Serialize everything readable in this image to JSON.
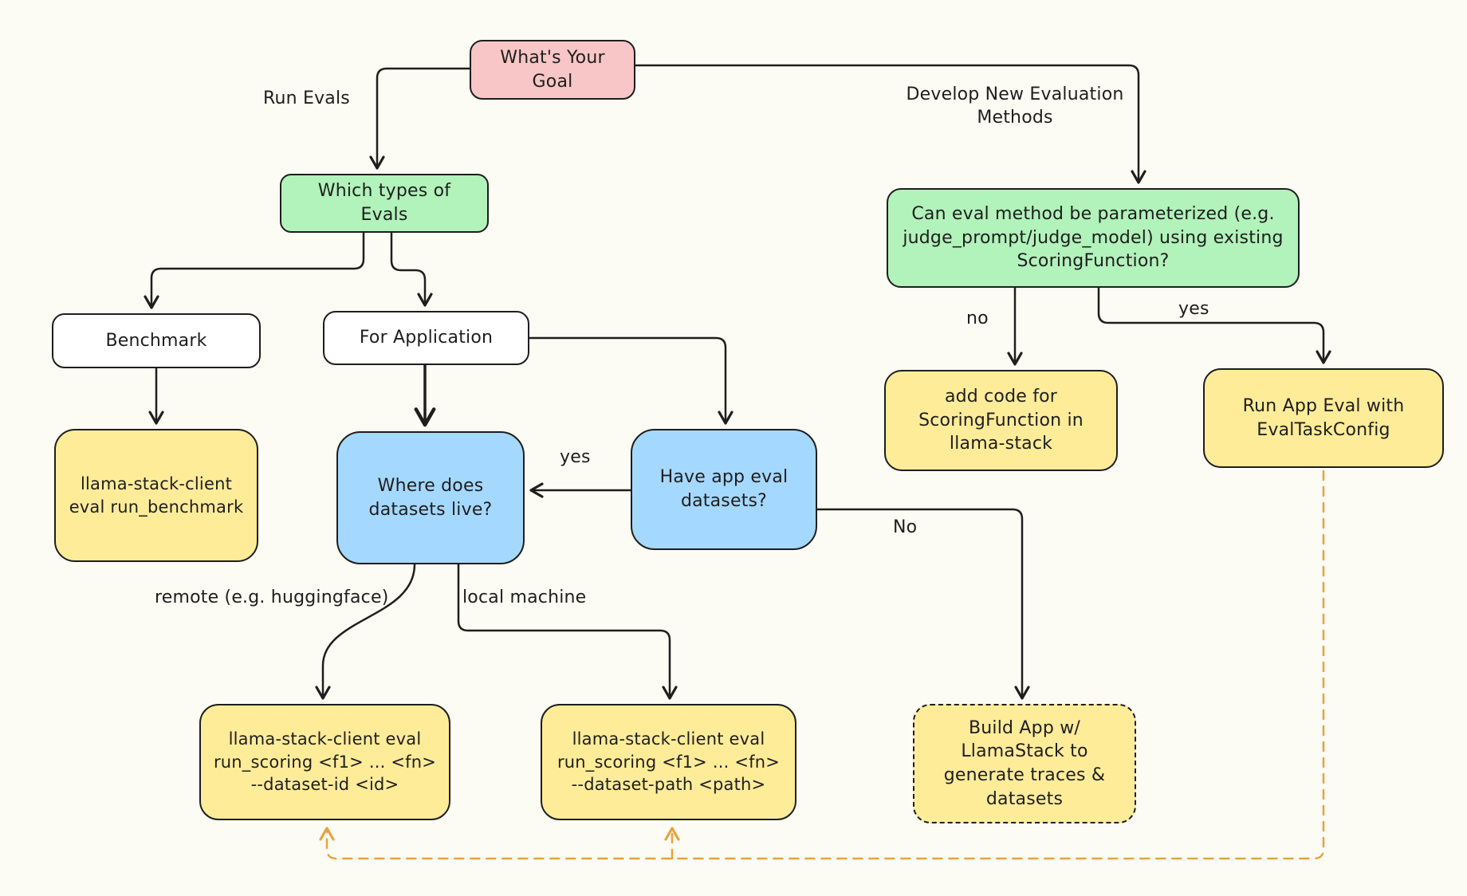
{
  "colors": {
    "background": "#fcfbf4",
    "stroke": "#1e1e1e",
    "accent_orange": "#e8a33d",
    "pink": "#f8c6c6",
    "green": "#b2f2bb",
    "blue": "#a5d8ff",
    "yellow": "#ffec99",
    "white": "#ffffff"
  },
  "nodes": {
    "goal": {
      "label": "What's Your Goal",
      "fill": "#f8c6c6"
    },
    "which_types": {
      "label": "Which types of Evals",
      "fill": "#b2f2bb"
    },
    "param_question": {
      "label": "Can eval method be parameterized (e.g. judge_prompt/judge_model) using existing ScoringFunction?",
      "fill": "#b2f2bb"
    },
    "benchmark": {
      "label": "Benchmark",
      "fill": "#ffffff"
    },
    "for_application": {
      "label": "For Application",
      "fill": "#ffffff"
    },
    "run_benchmark": {
      "label": "llama-stack-client eval run_benchmark",
      "fill": "#ffec99"
    },
    "where_datasets": {
      "label": "Where does datasets live?",
      "fill": "#a5d8ff"
    },
    "have_datasets": {
      "label": "Have app eval datasets?",
      "fill": "#a5d8ff"
    },
    "add_code": {
      "label": "add code for ScoringFunction in llama-stack",
      "fill": "#ffec99"
    },
    "run_app_eval": {
      "label": "Run App Eval with EvalTaskConfig",
      "fill": "#ffec99"
    },
    "run_scoring_remote": {
      "label": "llama-stack-client eval run_scoring <f1> ... <fn> --dataset-id <id>",
      "fill": "#ffec99"
    },
    "run_scoring_local": {
      "label": "llama-stack-client eval run_scoring <f1> ... <fn> --dataset-path <path>",
      "fill": "#ffec99"
    },
    "build_app": {
      "label": "Build App w/ LlamaStack to generate traces & datasets",
      "fill": "#ffec99"
    }
  },
  "edge_labels": {
    "run_evals": "Run Evals",
    "develop_new": "Develop New Evaluation Methods",
    "no_param": "no",
    "yes_param": "yes",
    "yes_have": "yes",
    "no_have": "No",
    "remote": "remote (e.g. huggingface)",
    "local": "local machine"
  }
}
